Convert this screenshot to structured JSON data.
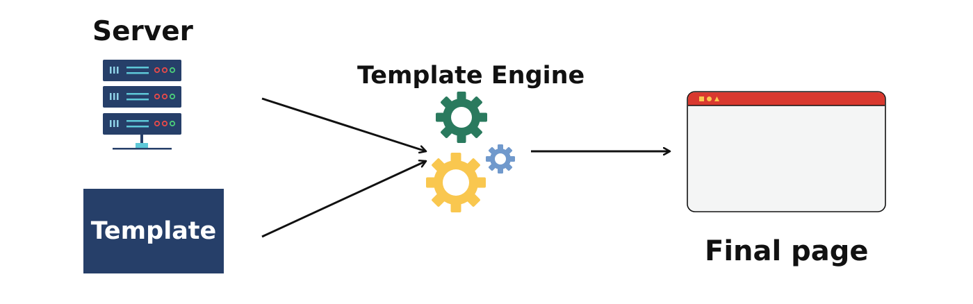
{
  "labels": {
    "server": "Server",
    "template": "Template",
    "engine": "Template Engine",
    "final_page": "Final page"
  },
  "colors": {
    "server_body": "#263f69",
    "template_box": "#263f69",
    "gear_green": "#2a7a5e",
    "gear_yellow": "#f9c74f",
    "gear_blue": "#7099cc",
    "browser_bar": "#d9392f",
    "browser_body": "#f4f5f5",
    "arrow": "#111111"
  },
  "icons": {
    "server": "server-rack-icon",
    "engine": "gears-icon",
    "final_page": "browser-window-icon"
  }
}
